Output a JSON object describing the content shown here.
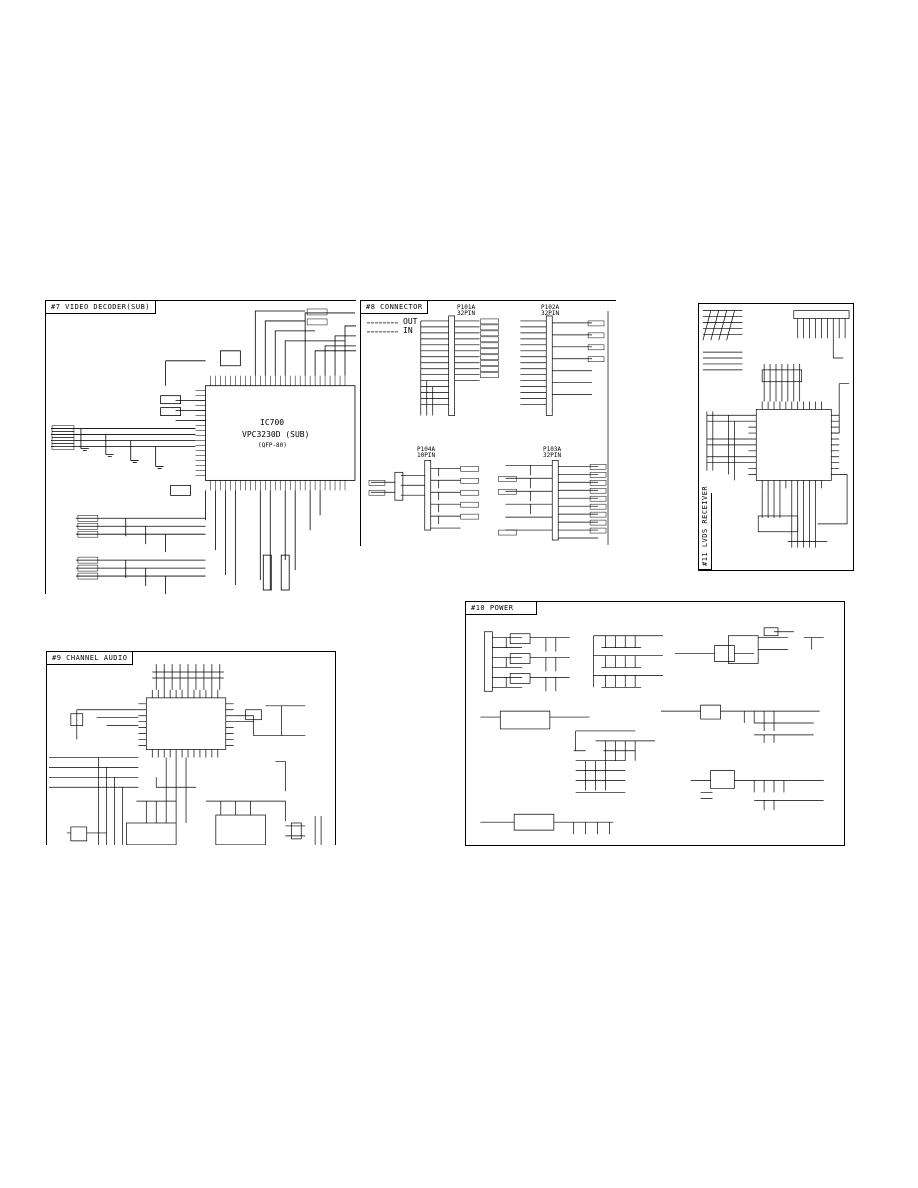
{
  "panels": {
    "video_decoder": {
      "title": "#7 VIDEO DECODER(SUB)",
      "ic_ref": "IC700",
      "ic_part": "VPC3230D (SUB)",
      "ic_pkg": "(QFP-80)"
    },
    "connector": {
      "title": "#8 CONNECTOR",
      "legend_out": "OUT",
      "legend_in": "IN",
      "conn_a_ref": "P101A",
      "conn_a_pins": "32PIN",
      "conn_b_ref": "P102A",
      "conn_b_pins": "32PIN",
      "conn_c_ref": "P104A",
      "conn_c_pins": "10PIN",
      "conn_d_ref": "P103A",
      "conn_d_pins": "32PIN"
    },
    "lvds_receiver": {
      "title": "#11 LVDS RECEIVER"
    },
    "channel_audio": {
      "title": "#9 CHANNEL AUDIO"
    },
    "power": {
      "title": "#10 POWER"
    }
  },
  "colors": {
    "ink": "#000000",
    "paper": "#ffffff"
  }
}
